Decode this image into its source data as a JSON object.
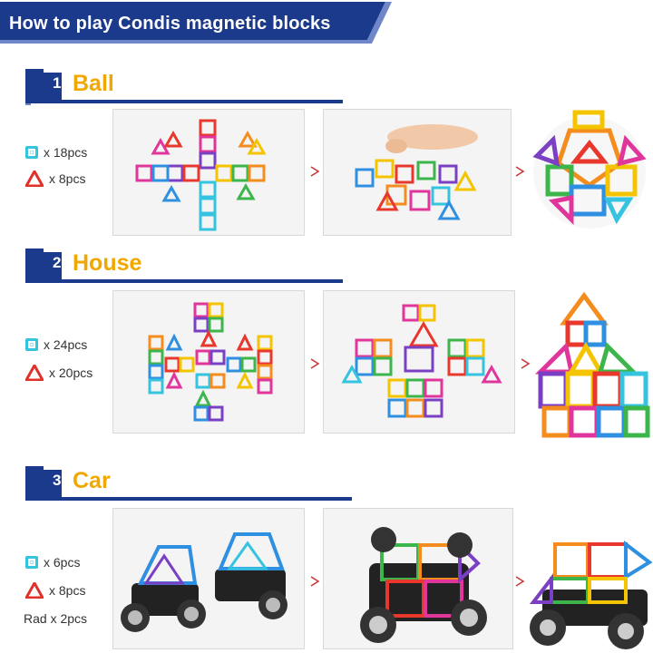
{
  "header": {
    "title": "How to play Condis magnetic blocks"
  },
  "sections": [
    {
      "number": "1",
      "title": "Ball",
      "pieces": [
        {
          "shape": "square",
          "text": "x 18pcs"
        },
        {
          "shape": "triangle",
          "text": "x 8pcs"
        }
      ]
    },
    {
      "number": "2",
      "title": "House",
      "pieces": [
        {
          "shape": "square",
          "text": "x 24pcs"
        },
        {
          "shape": "triangle",
          "text": "x 20pcs"
        }
      ]
    },
    {
      "number": "3",
      "title": "Car",
      "pieces": [
        {
          "shape": "square",
          "text": "x 6pcs"
        },
        {
          "shape": "triangle",
          "text": "x 8pcs"
        }
      ],
      "extra": "Rad x 2pcs"
    }
  ],
  "colors": {
    "navy": "#1b3a8c",
    "gold": "#f0a800",
    "cyan": "#35c3e0",
    "red": "#e0302a",
    "tiles": [
      "#e8382e",
      "#f58c1e",
      "#f5c400",
      "#3cb54a",
      "#2f8fe0",
      "#7a3fc2",
      "#e0359b"
    ]
  }
}
